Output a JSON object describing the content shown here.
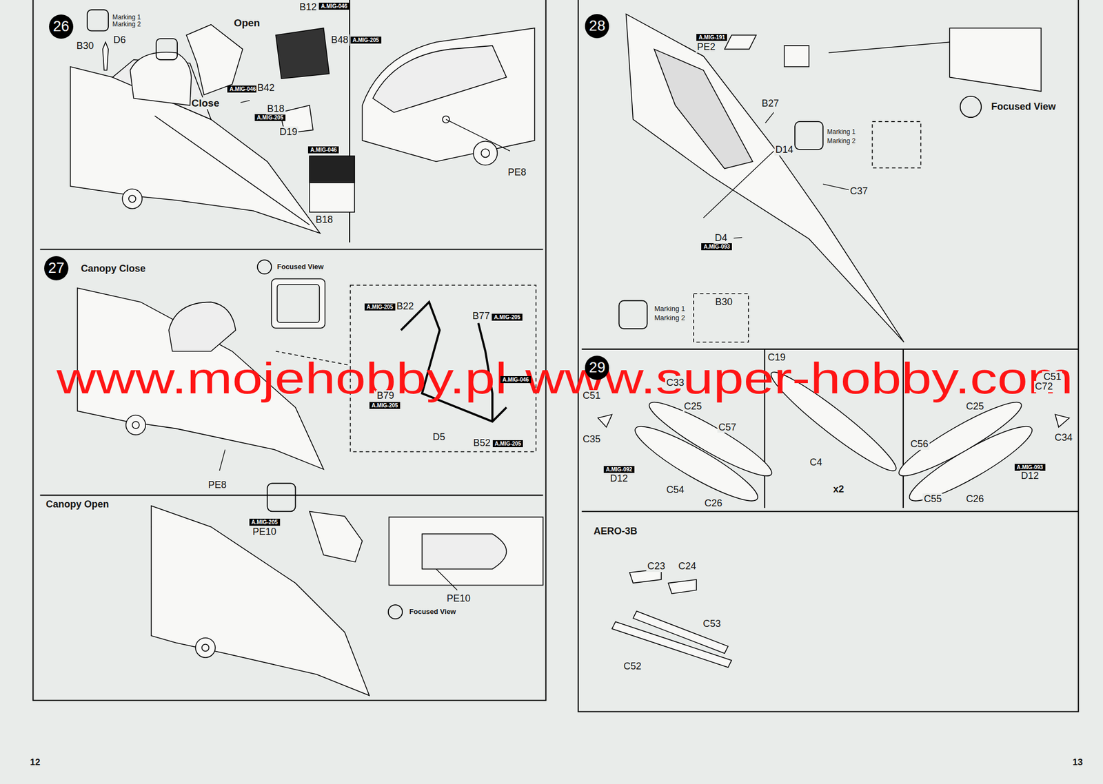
{
  "diagram": {
    "nodes": [
      {
        "text": [
          "26"
        ]
      },
      {
        "text": [
          "A.MIG-046"
        ]
      },
      {
        "text": [
          "A.MIG-205"
        ]
      },
      {
        "text": [
          "A.MIG-046"
        ]
      },
      {
        "text": [
          "A.MIG-205"
        ]
      },
      {
        "text": [
          "A.MIG-046"
        ]
      },
      {
        "text": [
          "27"
        ]
      },
      {
        "text": [
          "A.MIG-205"
        ]
      },
      {
        "text": [
          "A.MIG-205"
        ]
      },
      {
        "text": [
          "A.MIG-046"
        ]
      },
      {
        "text": [
          "A.MIG-205"
        ]
      },
      {
        "text": [
          "A.MIG-205"
        ]
      },
      {
        "text": [
          "A.MIG-205"
        ]
      },
      {
        "text": [
          "28"
        ]
      },
      {
        "text": [
          "A.MIG-191"
        ]
      },
      {
        "text": [
          "A.MIG-093"
        ]
      },
      {
        "text": [
          "29"
        ]
      },
      {
        "text": [
          "A.MIG-092"
        ]
      },
      {
        "text": [
          "A.MIG-093"
        ]
      }
    ],
    "labels": [
      "Marking 1",
      "Marking 2",
      "B30",
      "D6",
      "Open",
      "B12",
      "B48",
      "B42",
      "Close",
      "B18",
      "D19",
      "B18",
      "PE8",
      "Canopy Close",
      "Focused View",
      "B22",
      "B77",
      "B79",
      "D5",
      "B52",
      "PE8",
      "Canopy Open",
      "PE10",
      "PE10",
      "Focused View",
      "12",
      "PE2",
      "Focused View",
      "B27",
      "Marking 1",
      "Marking 2",
      "D14",
      "C37",
      "D4",
      "Marking 1",
      "Marking 2",
      "B30",
      "C19",
      "C33",
      "C51",
      "C25",
      "C57",
      "C35",
      "D12",
      "C54",
      "C26",
      "C4",
      "x2",
      "C51",
      "C72",
      "C25",
      "C56",
      "C34",
      "D12",
      "C55",
      "C26",
      "AERO-3B",
      "C23",
      "C24",
      "C53",
      "C52",
      "13",
      "www.mojehobby.pl-www.super-hobby.com"
    ]
  }
}
